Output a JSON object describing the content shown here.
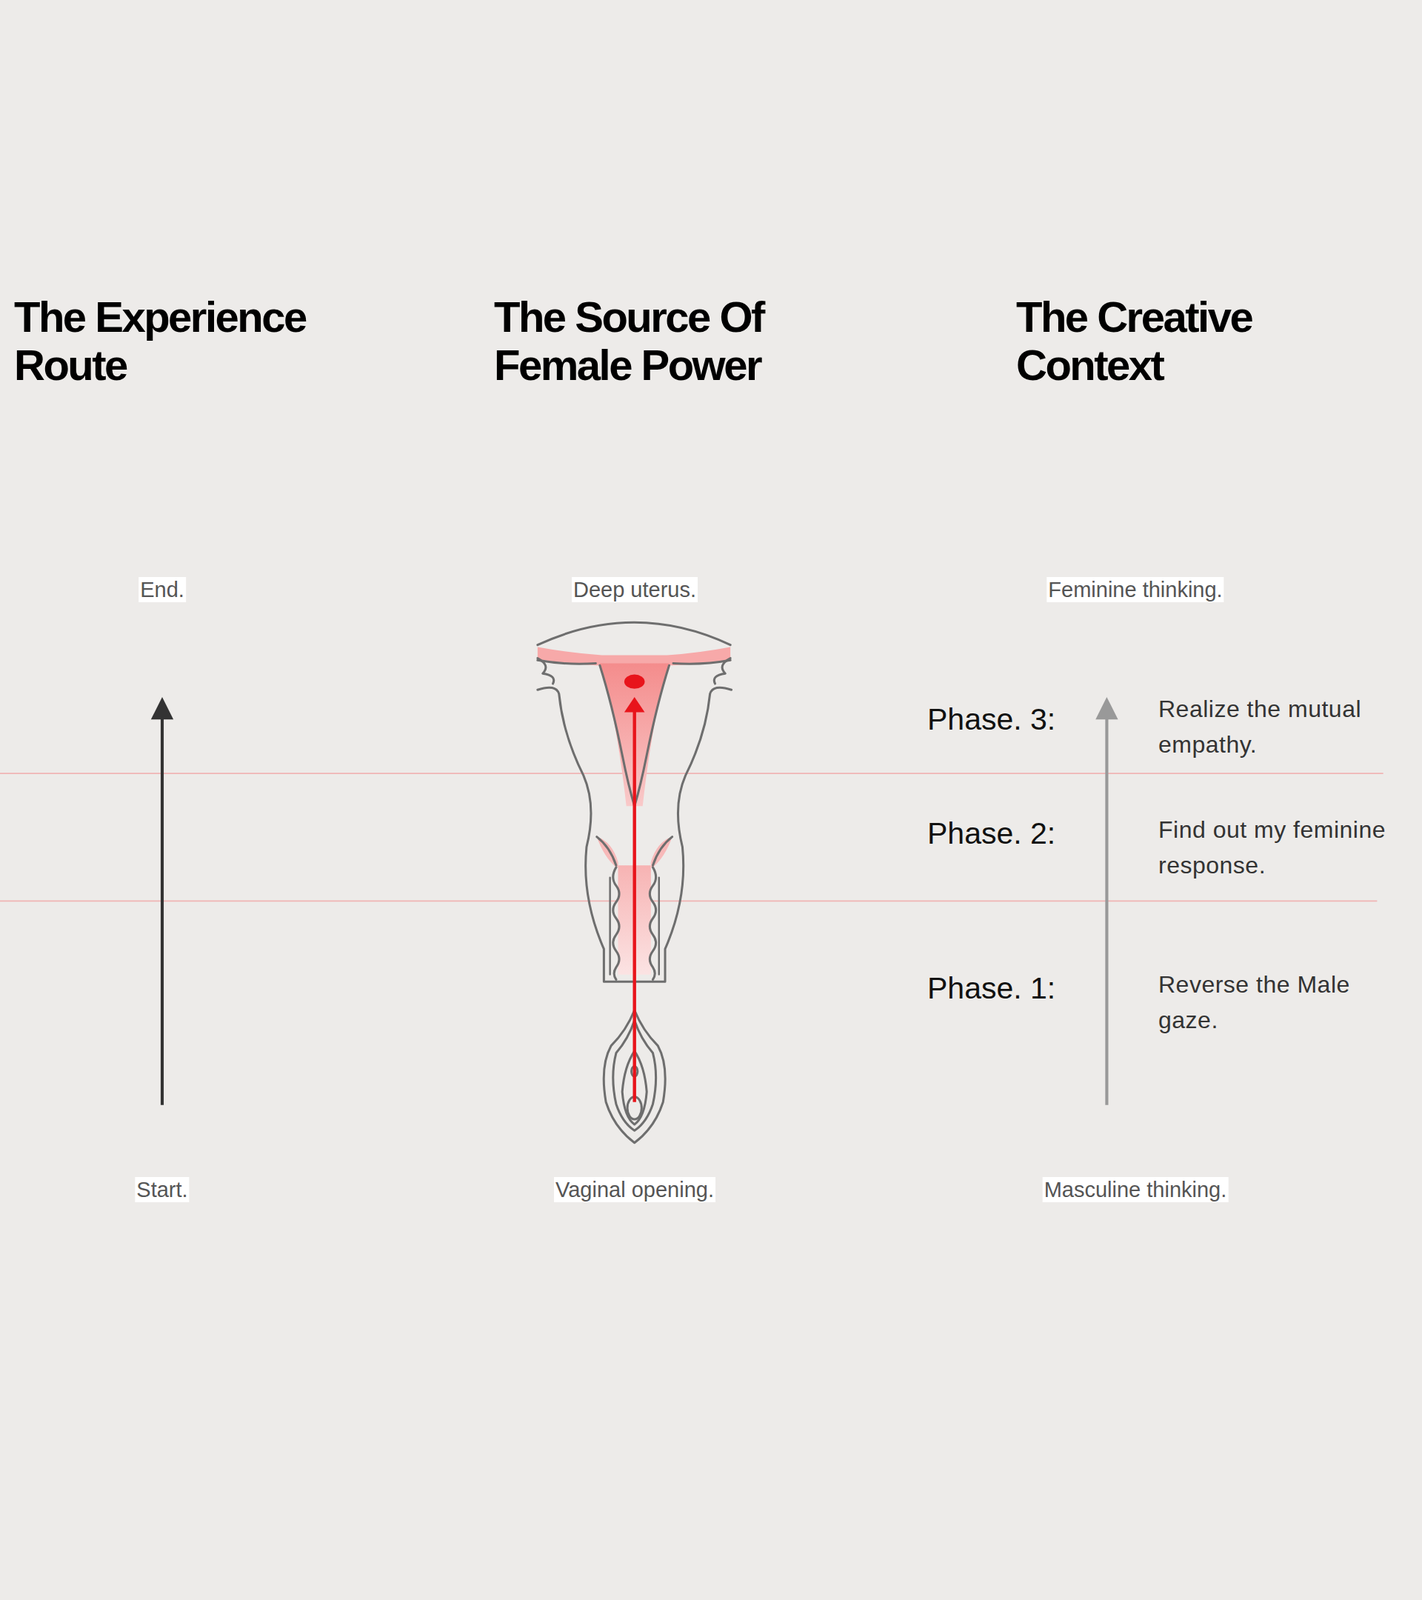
{
  "diagram": {
    "labels": [
      "The Experience Route",
      "The Source Of Female Power",
      "The Creative Context",
      "End.",
      "Deep uterus.",
      "Feminine thinking.",
      "Phase. 3:",
      "Realize the mutual empathy.",
      "Phase. 2:",
      "Find out my feminine response.",
      "Phase. 1:",
      "Reverse the Male gaze.",
      "Start.",
      "Vaginal opening.",
      "Masculine thinking."
    ]
  }
}
